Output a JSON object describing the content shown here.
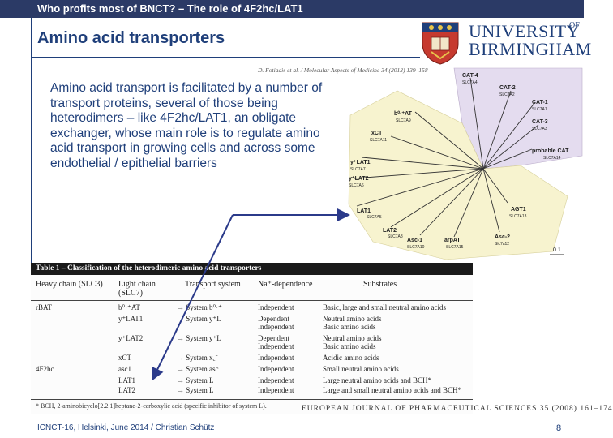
{
  "header": {
    "title": "Who profits most of BNCT? – The role of 4F2hc/LAT1"
  },
  "slide": {
    "title": "Amino acid transporters",
    "body": "Amino acid transport is facilitated by a number of transport proteins, several of those being heterodimers – like 4F2hc/LAT1, an obligate exchanger, whose main role is to regulate amino acid transport in growing cells and across some endothelial / epithelial barriers"
  },
  "logo": {
    "line1": "UNIVERSITY",
    "of": "OF",
    "line2": "BIRMINGHAM"
  },
  "figure": {
    "citation": "D. Fotiadis et al. / Molecular Aspects of Medicine 34 (2013) 139–158",
    "scale": "0.1",
    "labels": [
      {
        "name": "CAT-4",
        "gene": "SLC7A4"
      },
      {
        "name": "CAT-2",
        "gene": "SLC7A2"
      },
      {
        "name": "CAT-1",
        "gene": "SLC7A1"
      },
      {
        "name": "CAT-3",
        "gene": "SLC7A3"
      },
      {
        "name": "probable CAT",
        "gene": "SLC7A14"
      },
      {
        "name": "b⁰·⁺AT",
        "gene": "SLC7A9"
      },
      {
        "name": "xCT",
        "gene": "SLC7A11"
      },
      {
        "name": "y⁺LAT1",
        "gene": "SLC7A7"
      },
      {
        "name": "y⁺LAT2",
        "gene": "SLC7A6"
      },
      {
        "name": "LAT1",
        "gene": "SLC7A5"
      },
      {
        "name": "LAT2",
        "gene": "SLC7A8"
      },
      {
        "name": "Asc-1",
        "gene": "SLC7A10"
      },
      {
        "name": "arpAT",
        "gene": "SLC7A15"
      },
      {
        "name": "Asc-2",
        "gene": "Slc7a12"
      },
      {
        "name": "AGT1",
        "gene": "SLC7A13"
      }
    ]
  },
  "table": {
    "title": "Table 1 – Classification of the heterodimeric amino acid transporters",
    "headers": [
      "Heavy chain (SLC3)",
      "Light chain (SLC7)",
      "Transport system",
      "Na⁺-dependence",
      "Substrates"
    ],
    "rows": [
      [
        "rBAT",
        "b⁰·⁺AT",
        "→ System b⁰·⁺",
        "Independent",
        "Basic, large and small neutral amino acids"
      ],
      [
        "",
        "y⁺LAT1",
        "→ System y⁺L",
        "Dependent",
        "Neutral amino acids"
      ],
      [
        "",
        "",
        "",
        "Independent",
        "Basic amino acids"
      ],
      [
        "",
        "y⁺LAT2",
        "→ System y⁺L",
        "Dependent",
        "Neutral amino acids"
      ],
      [
        "",
        "",
        "",
        "Independent",
        "Basic amino acids"
      ],
      [
        "",
        "xCT",
        "→ System x꜀⁻",
        "Independent",
        "Acidic amino acids"
      ],
      [
        "4F2hc",
        "asc1",
        "→ System asc",
        "Independent",
        "Small neutral amino acids"
      ],
      [
        "",
        "LAT1",
        "→ System L",
        "Independent",
        "Large neutral amino acids and BCH*"
      ],
      [
        "",
        "LAT2",
        "→ System L",
        "Independent",
        "Large and small neutral amino acids and BCH*"
      ]
    ],
    "footnote": "* BCH, 2-aminobicyclo[2.2.1]heptane-2-carboxylic acid (specific inhibitor of system L)."
  },
  "journal": "EUROPEAN JOURNAL OF PHARMACEUTICAL SCIENCES 35 (2008) 161–174",
  "footer": {
    "text": "ICNCT-16, Helsinki, June 2014 / Christian Schütz",
    "page": "8"
  },
  "colors": {
    "header_bg": "#2b3a66",
    "accent": "#1f3f7a",
    "tree_purple": "#e4dcef",
    "tree_yellow": "#f7f3cf",
    "arrow": "#2b3a8a"
  }
}
